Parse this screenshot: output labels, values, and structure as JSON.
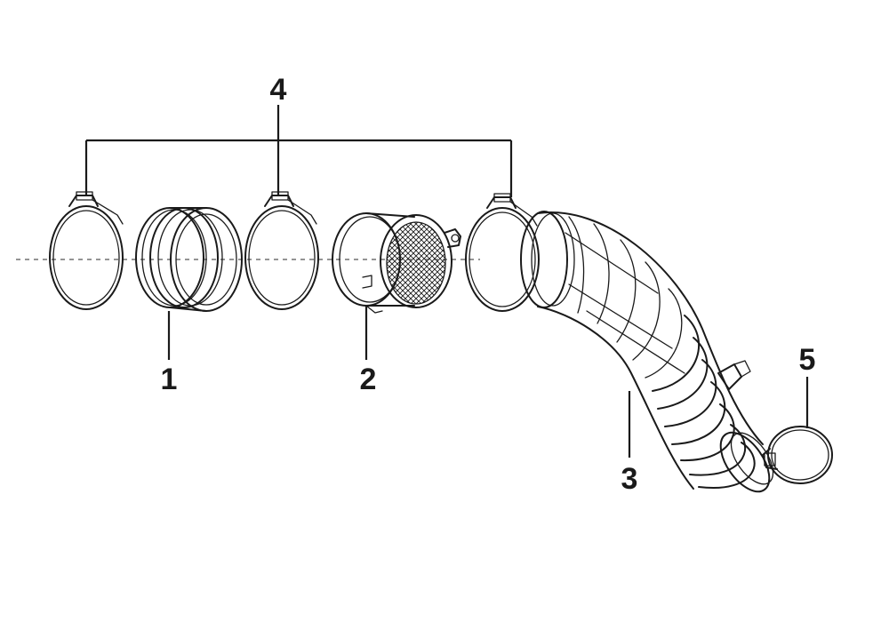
{
  "callouts": {
    "part_1": "1",
    "part_2": "2",
    "part_3": "3",
    "part_4": "4",
    "part_5": "5"
  },
  "colors": {
    "line": "#1a1a1a",
    "background": "#ffffff",
    "axis": "#555555"
  }
}
